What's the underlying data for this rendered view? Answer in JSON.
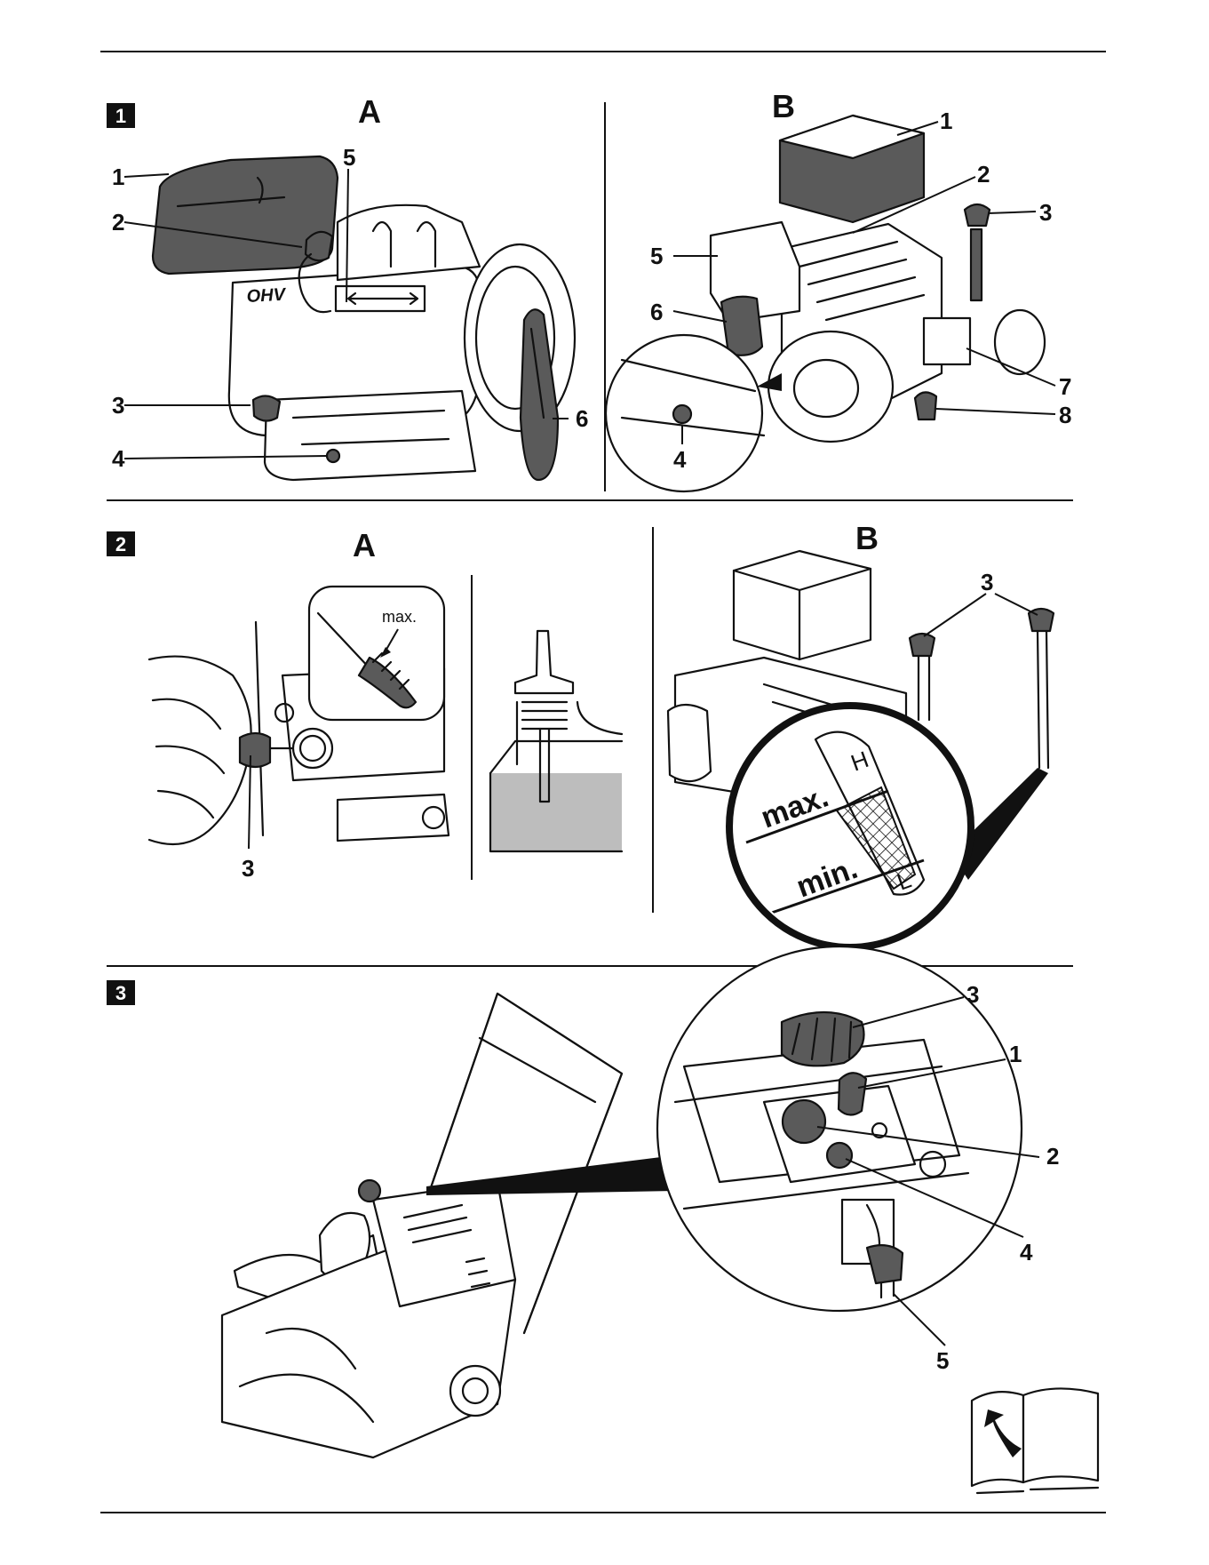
{
  "figures": [
    {
      "badge": "1",
      "panels": [
        {
          "letter": "A",
          "callouts": [
            "1",
            "2",
            "3",
            "4",
            "5",
            "6"
          ]
        },
        {
          "letter": "B",
          "callouts": [
            "1",
            "2",
            "3",
            "4",
            "5",
            "6",
            "7",
            "8"
          ]
        }
      ],
      "engine_label": "OHV"
    },
    {
      "badge": "2",
      "panels": [
        {
          "letter": "A",
          "callouts": [
            "3"
          ],
          "zoom_text": "max."
        },
        {
          "letter": "B",
          "callouts": [
            "3"
          ],
          "gauge": {
            "max": "max.",
            "min": "min.",
            "high": "H",
            "low": "L"
          }
        }
      ]
    },
    {
      "badge": "3",
      "callouts": [
        "1",
        "2",
        "3",
        "4",
        "5"
      ]
    }
  ],
  "icons": [
    "manual-book-icon"
  ]
}
